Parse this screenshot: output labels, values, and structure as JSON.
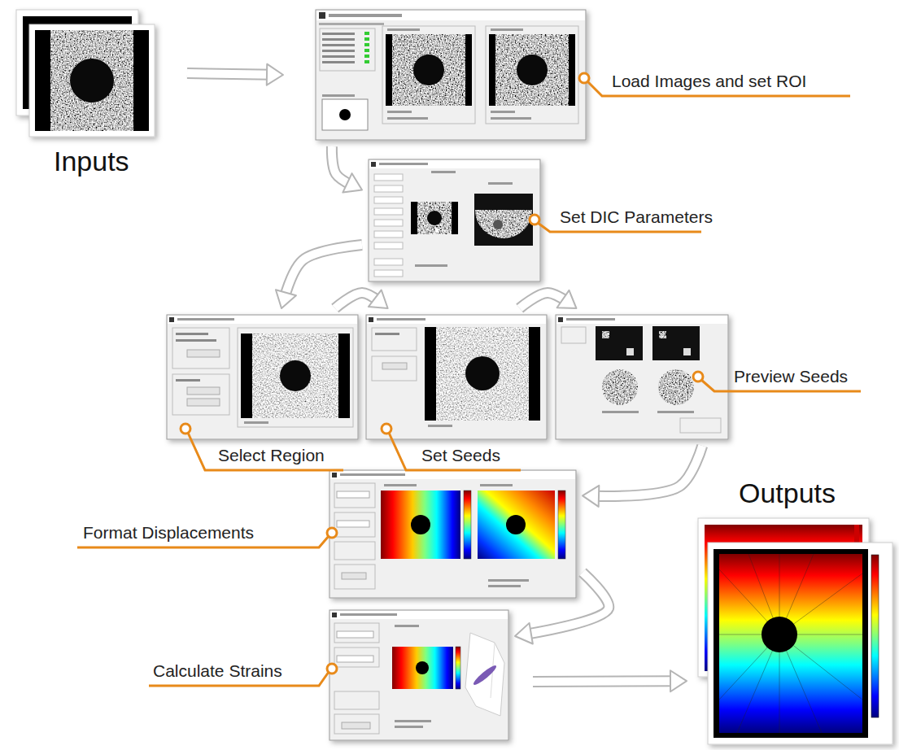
{
  "diagram": {
    "nodes": [
      {
        "text": [
          "Inputs"
        ]
      },
      {
        "text": [
          "Load Images and set ROI"
        ]
      },
      {
        "text": [
          "Set DIC Parameters"
        ]
      },
      {
        "text": [
          "Select Region"
        ]
      },
      {
        "text": [
          "Set Seeds"
        ]
      },
      {
        "text": [
          "Preview Seeds"
        ]
      },
      {
        "text": [
          "Format Displacements"
        ]
      },
      {
        "text": [
          "Calculate Strains"
        ]
      },
      {
        "text": [
          "Outputs"
        ]
      }
    ],
    "edges": [
      {
        "from": 0,
        "to": 1,
        "arrow": "to"
      },
      {
        "from": 1,
        "to": 2,
        "arrow": "to"
      },
      {
        "from": 2,
        "to": 3,
        "arrow": "to"
      },
      {
        "from": 3,
        "to": 4,
        "arrow": "to"
      },
      {
        "from": 4,
        "to": 5,
        "arrow": "to"
      },
      {
        "from": 5,
        "to": 6,
        "arrow": "to"
      },
      {
        "from": 6,
        "to": 7,
        "arrow": "to"
      },
      {
        "from": 7,
        "to": 8,
        "arrow": "to"
      }
    ]
  }
}
